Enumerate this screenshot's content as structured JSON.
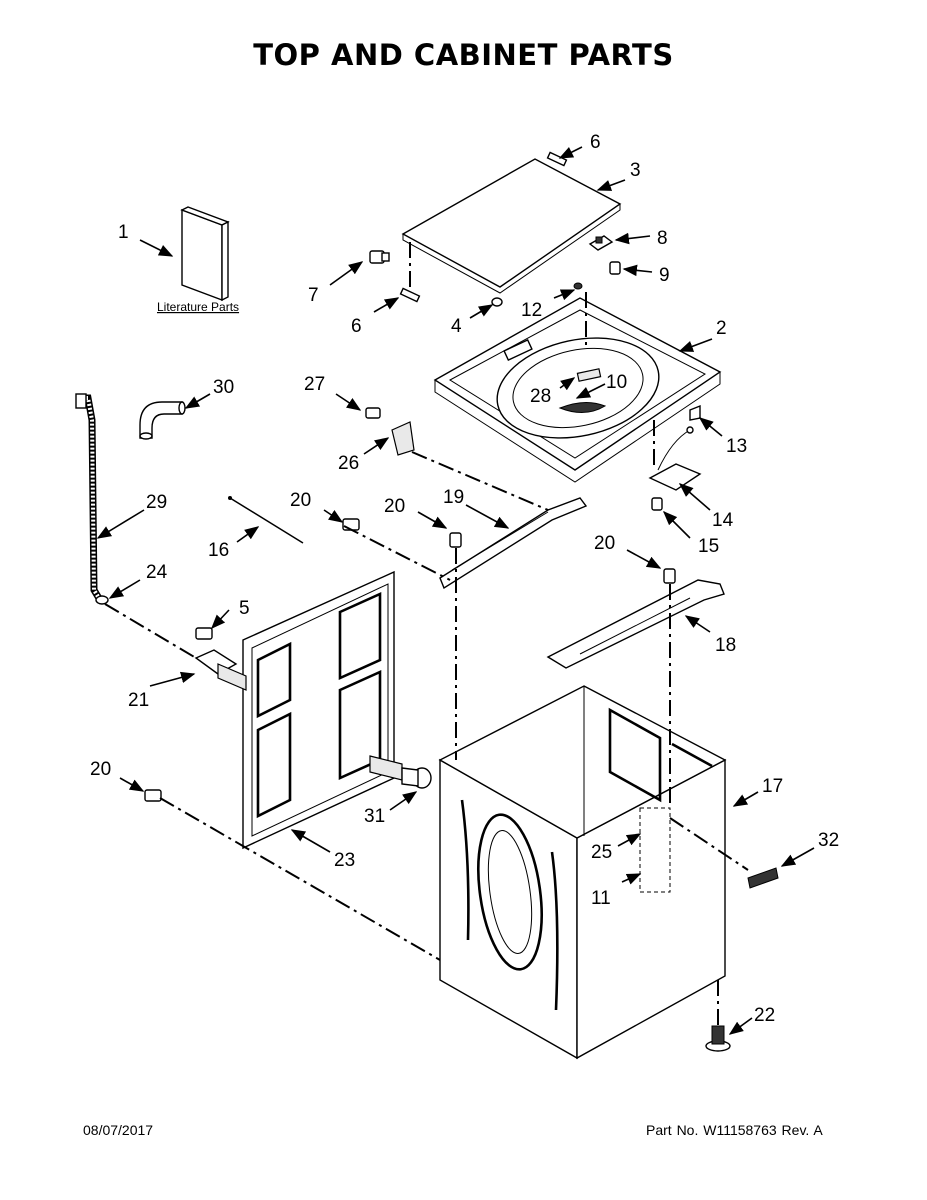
{
  "title": "TOP AND CABINET PARTS",
  "literature_label": "Literature Parts",
  "callouts": {
    "c1": "1",
    "c2": "2",
    "c3": "3",
    "c4": "4",
    "c5": "5",
    "c6a": "6",
    "c6b": "6",
    "c7": "7",
    "c8": "8",
    "c9": "9",
    "c10": "10",
    "c11": "11",
    "c12": "12",
    "c13": "13",
    "c14": "14",
    "c15": "15",
    "c16": "16",
    "c17": "17",
    "c18": "18",
    "c19": "19",
    "c20a": "20",
    "c20b": "20",
    "c20c": "20",
    "c20d": "20",
    "c21": "21",
    "c22": "22",
    "c23": "23",
    "c24": "24",
    "c25": "25",
    "c26": "26",
    "c27": "27",
    "c28": "28",
    "c29": "29",
    "c30": "30",
    "c31": "31",
    "c32": "32"
  },
  "footer": {
    "date": "08/07/2017",
    "part_number": "Part No.  W11158763  Rev. A"
  }
}
